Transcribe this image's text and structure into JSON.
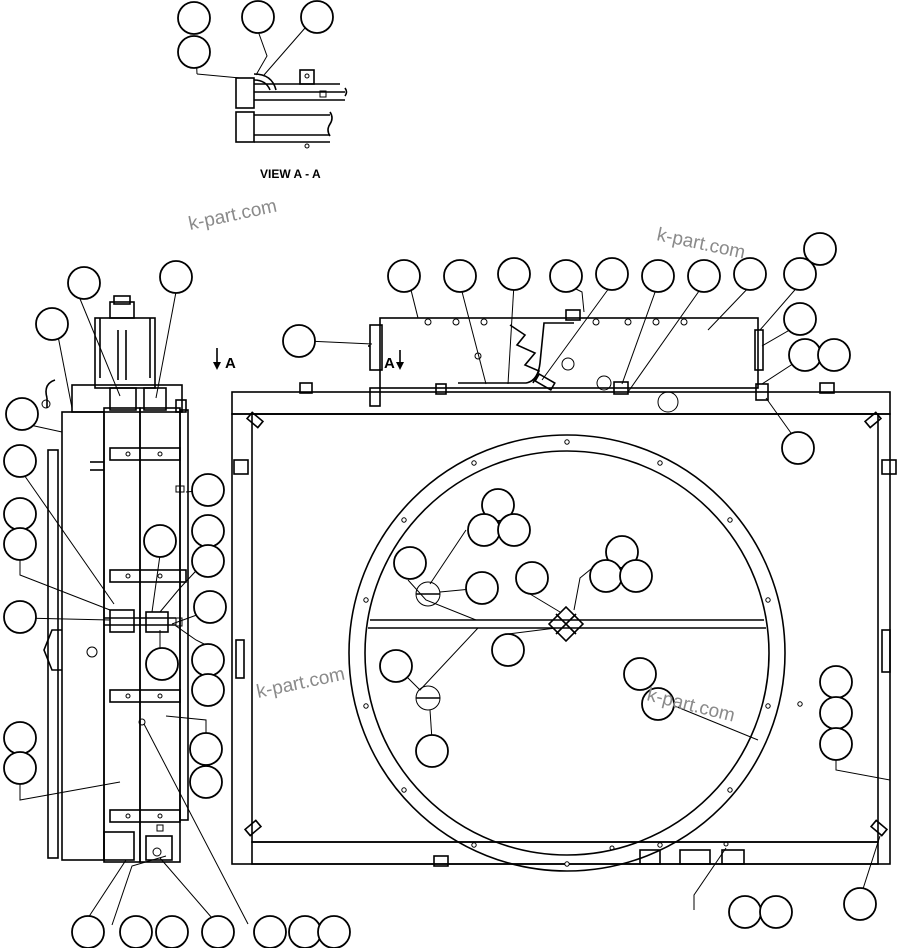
{
  "view_label": "VIEW A - A",
  "section_markers": [
    "A",
    "A"
  ],
  "watermark": "k-part.com",
  "colors": {
    "line": "#000000",
    "background": "#ffffff",
    "watermark": "#8a8a8a"
  }
}
